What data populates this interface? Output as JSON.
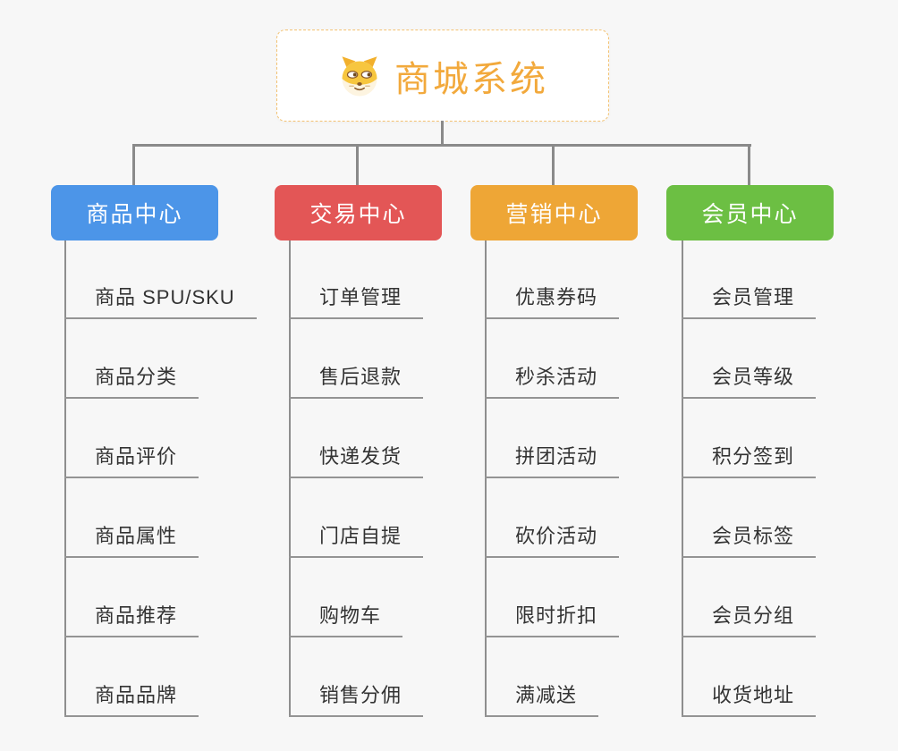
{
  "root": {
    "title": "商城系统",
    "icon": "dog-face",
    "text_color": "#f2a93c",
    "border_color": "#f3c272"
  },
  "connector_color": "#8a8a8a",
  "canvas_bg": "#f7f7f7",
  "leaf_text_color": "#333333",
  "branches": [
    {
      "title": "商品中心",
      "color": "#4c95e8",
      "items": [
        "商品 SPU/SKU",
        "商品分类",
        "商品评价",
        "商品属性",
        "商品推荐",
        "商品品牌"
      ]
    },
    {
      "title": "交易中心",
      "color": "#e35656",
      "items": [
        "订单管理",
        "售后退款",
        "快递发货",
        "门店自提",
        "购物车",
        "销售分佣"
      ]
    },
    {
      "title": "营销中心",
      "color": "#eea636",
      "items": [
        "优惠券码",
        "秒杀活动",
        "拼团活动",
        "砍价活动",
        "限时折扣",
        "满减送"
      ]
    },
    {
      "title": "会员中心",
      "color": "#6cbf43",
      "items": [
        "会员管理",
        "会员等级",
        "积分签到",
        "会员标签",
        "会员分组",
        "收货地址"
      ]
    }
  ]
}
